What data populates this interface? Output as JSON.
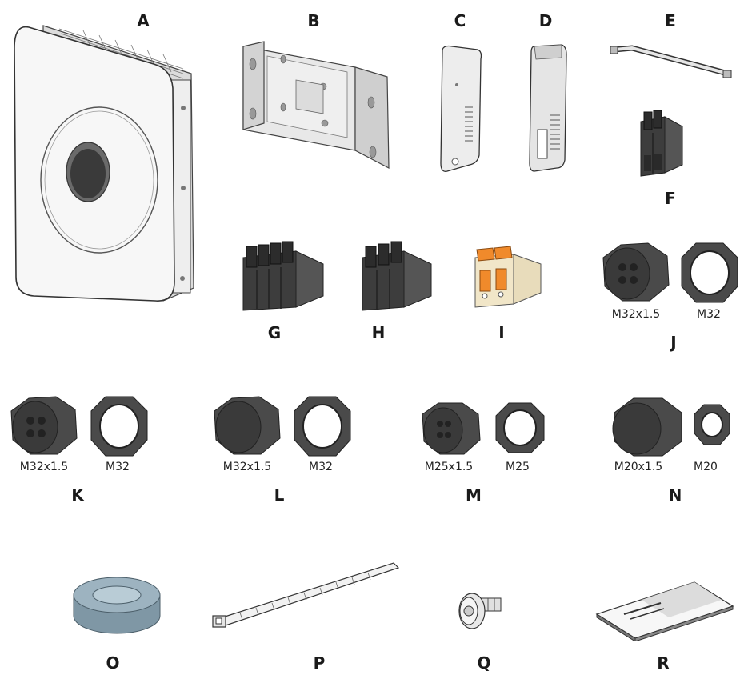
{
  "parts": {
    "A": {
      "letter": "A",
      "item": "inverter-unit"
    },
    "B": {
      "letter": "B",
      "item": "wall-mounting-bracket"
    },
    "C": {
      "letter": "C",
      "item": "left-side-cover"
    },
    "D": {
      "letter": "D",
      "item": "right-side-cover"
    },
    "E": {
      "letter": "E",
      "item": "hex-key"
    },
    "F": {
      "letter": "F",
      "item": "terminal-block-2-pole"
    },
    "G": {
      "letter": "G",
      "item": "terminal-block-4-pole"
    },
    "H": {
      "letter": "H",
      "item": "terminal-block-3-pole"
    },
    "I": {
      "letter": "I",
      "item": "spring-terminal-block"
    },
    "J": {
      "letter": "J",
      "gland_size": "M32x1.5",
      "nut_size": "M32"
    },
    "K": {
      "letter": "K",
      "gland_size": "M32x1.5",
      "nut_size": "M32"
    },
    "L": {
      "letter": "L",
      "gland_size": "M32x1.5",
      "nut_size": "M32"
    },
    "M": {
      "letter": "M",
      "gland_size": "M25x1.5",
      "nut_size": "M25"
    },
    "N": {
      "letter": "N",
      "gland_size": "M20x1.5",
      "nut_size": "M20"
    },
    "O": {
      "letter": "O",
      "item": "ferrite-core"
    },
    "P": {
      "letter": "P",
      "item": "cable-tie"
    },
    "Q": {
      "letter": "Q",
      "item": "screw"
    },
    "R": {
      "letter": "R",
      "item": "documentation"
    }
  },
  "colors": {
    "line": "#3a3a3a",
    "housing": "#f7f7f7",
    "metal": "#d9d9d9",
    "dark": "#4a4a4a",
    "darker": "#2e2e2e",
    "orange": "#f08a2b",
    "beige": "#f1e6c8",
    "ferrite": "#8fa6b3"
  }
}
